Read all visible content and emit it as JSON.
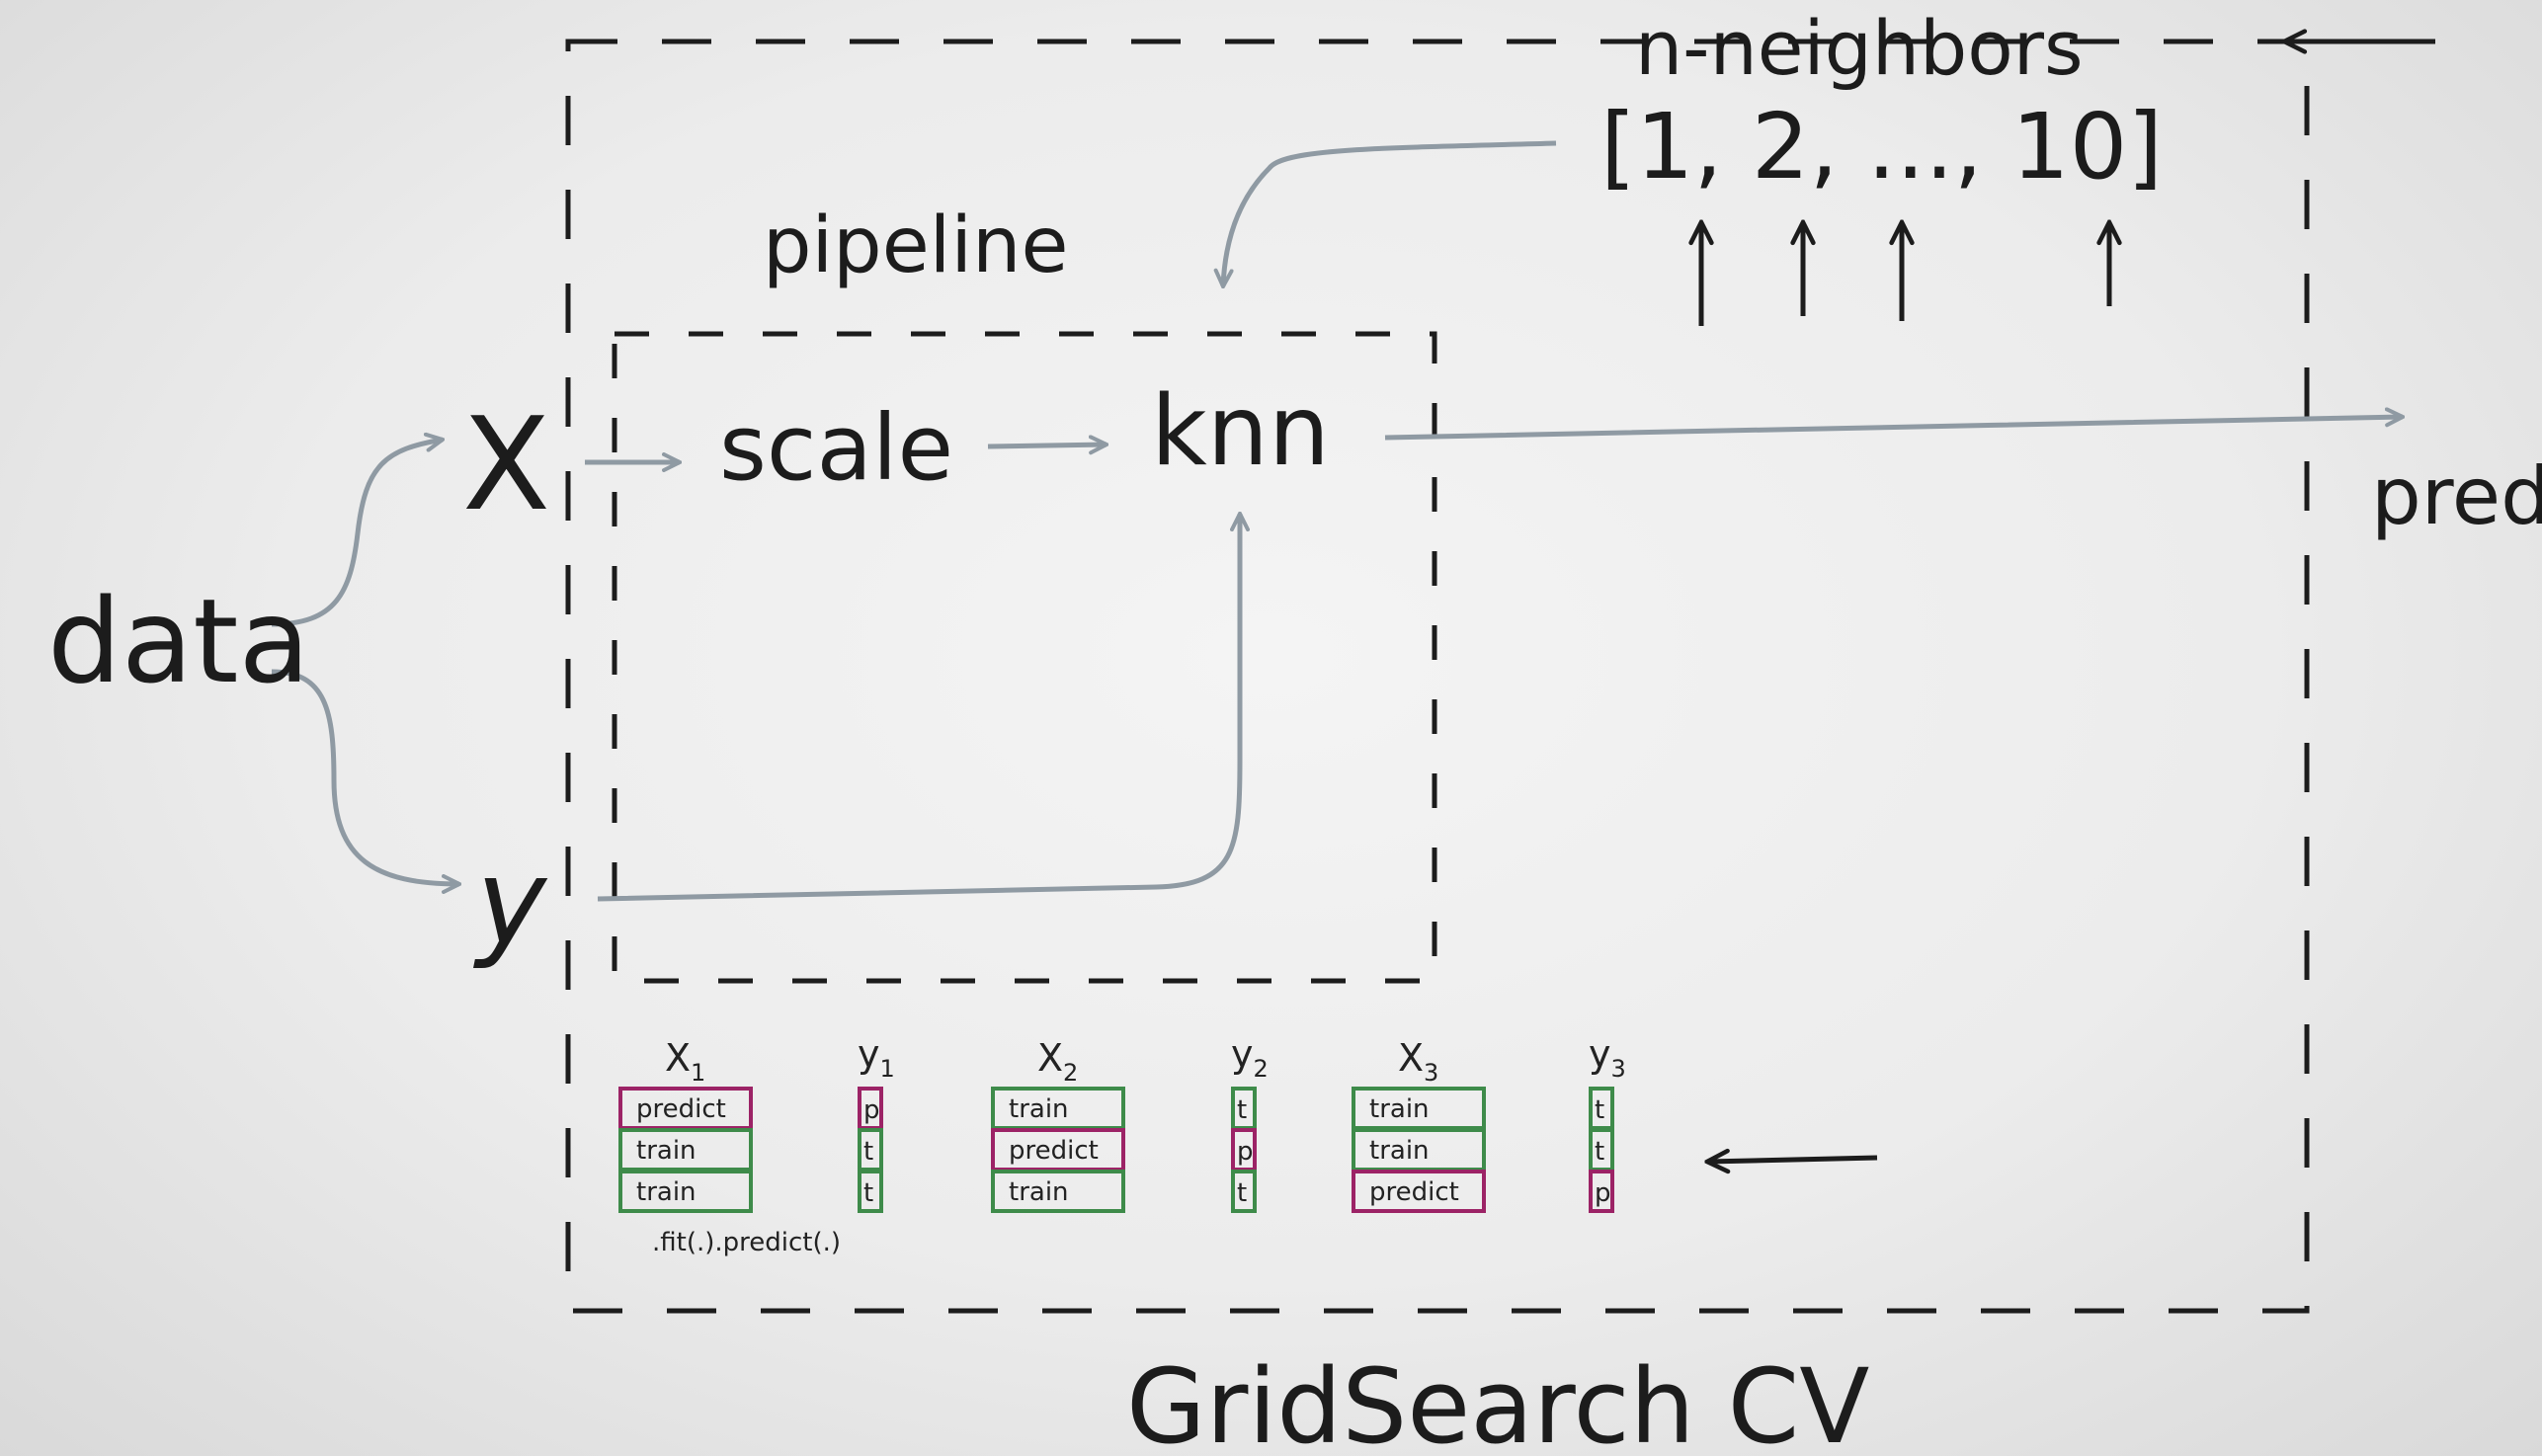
{
  "labels": {
    "data": "data",
    "x": "X",
    "y": "y",
    "pipeline": "pipeline",
    "scale": "scale",
    "knn": "knn",
    "pred": "pred",
    "n_neighbors": "n-neighbors",
    "param_grid": "[1, 2, ..., 10]",
    "gridsearch": "GridSearch CV"
  },
  "folds": [
    {
      "x_label": "X1",
      "y_label": "y1",
      "x_rows": [
        "predict",
        "train",
        "train"
      ],
      "y_rows": [
        "p",
        "t",
        "t"
      ]
    },
    {
      "x_label": "X2",
      "y_label": "y2",
      "x_rows": [
        "train",
        "predict",
        "train"
      ],
      "y_rows": [
        "t",
        "p",
        "t"
      ]
    },
    {
      "x_label": "X3",
      "y_label": "y3",
      "x_rows": [
        "train",
        "train",
        "predict"
      ],
      "y_rows": [
        "t",
        "t",
        "p"
      ]
    }
  ],
  "fit_note": ".fit(.).predict(.)",
  "colors": {
    "ink": "#1c1c1c",
    "arrow_gray": "#8f9aa3",
    "train_green": "#3e8b4a",
    "predict_magenta": "#9c2366"
  }
}
